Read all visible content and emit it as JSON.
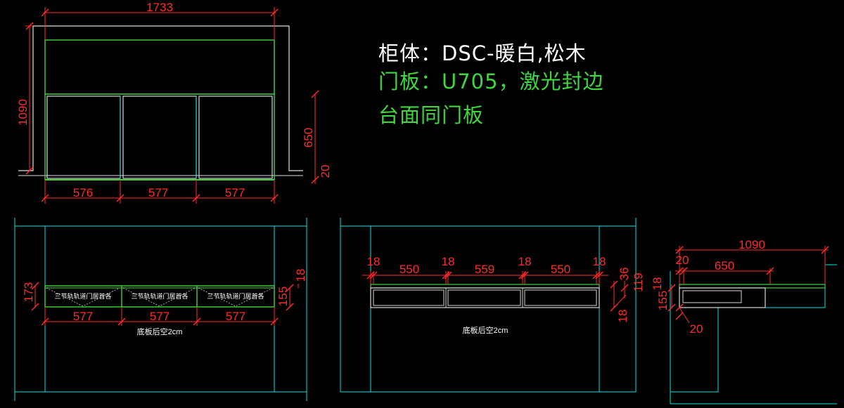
{
  "notes": {
    "cabinet": "柜体：DSC-暖白,松木",
    "door": "门板：U705，激光封边",
    "top": "台面同门板"
  },
  "elevation": {
    "overall_width": "1733",
    "overall_height": "1090",
    "door_height": "650",
    "plinth": "20",
    "door_widths": [
      "576",
      "577",
      "577"
    ]
  },
  "plan": {
    "drawer_labels": [
      "三节轨轨道门居首各",
      "三节轨轨道门居首各",
      "三节轨轨道门居首各"
    ],
    "drawer_widths": [
      "577",
      "577",
      "577"
    ],
    "left_height": "173",
    "right_heights": [
      "155",
      "18"
    ],
    "note": "底板后空2cm"
  },
  "section": {
    "widths": [
      "18",
      "550",
      "18",
      "559",
      "18",
      "550",
      "18"
    ],
    "right_dims": [
      "36",
      "119",
      "18"
    ],
    "note": "底板后空2cm"
  },
  "side": {
    "depth": "1090",
    "offset": "20",
    "inner": "650",
    "left_dims": [
      "18",
      "155"
    ],
    "bottom": "20"
  },
  "colors": {
    "background": "#000000",
    "outline": "#00e5e5",
    "panel": "#3fd63f",
    "dimension": "#ff2b2b",
    "text_white": "#ffffff"
  }
}
